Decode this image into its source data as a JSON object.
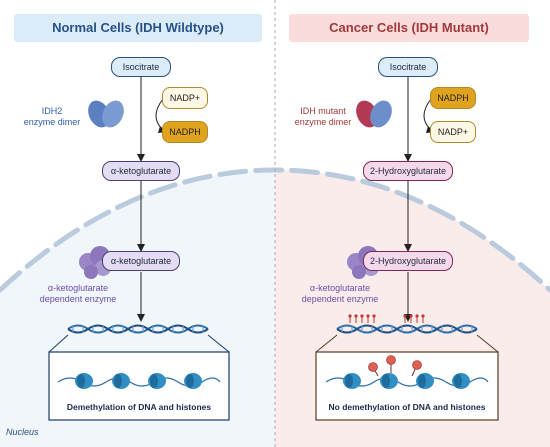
{
  "left_panel": {
    "title": "Normal Cells (IDH Wildtype)",
    "substrate": "Isocitrate",
    "enzyme_label": "IDH2\nenzyme dimer",
    "cofactor_in": "NADP+",
    "cofactor_out": "NADPH",
    "product": "α-ketoglutarate",
    "nuclear_metabolite": "α-ketoglutarate",
    "dependent_enzyme_label": "α-ketoglutarate\ndependent enzyme",
    "outcome": "Demethylation of DNA and histones"
  },
  "right_panel": {
    "title": "Cancer Cells (IDH Mutant)",
    "substrate": "Isocitrate",
    "enzyme_label": "IDH mutant\nenzyme dimer",
    "cofactor_in": "NADPH",
    "cofactor_out": "NADP+",
    "product": "2-Hydroxyglutarate",
    "nuclear_metabolite": "2-Hydroxyglutarate",
    "dependent_enzyme_label": "α-ketoglutarate\ndependent enzyme",
    "outcome": "No demethylation of DNA and histones"
  },
  "nucleus_label": "Nucleus",
  "colors": {
    "left_title_bg": "#dcebf8",
    "left_title_text": "#25528a",
    "right_title_bg": "#fbdcdc",
    "right_title_text": "#a03a3a",
    "nucleus_left": "#f1f6fb",
    "nucleus_right": "#fbecec",
    "enzyme_blue": "#5b7fbf",
    "enzyme_red": "#b23a55",
    "dependent_enzyme": "#9a86c6",
    "nadp_gold": "#e0a31e",
    "dna_blue": "#2f6fa8",
    "methyl_red": "#c0392b"
  }
}
